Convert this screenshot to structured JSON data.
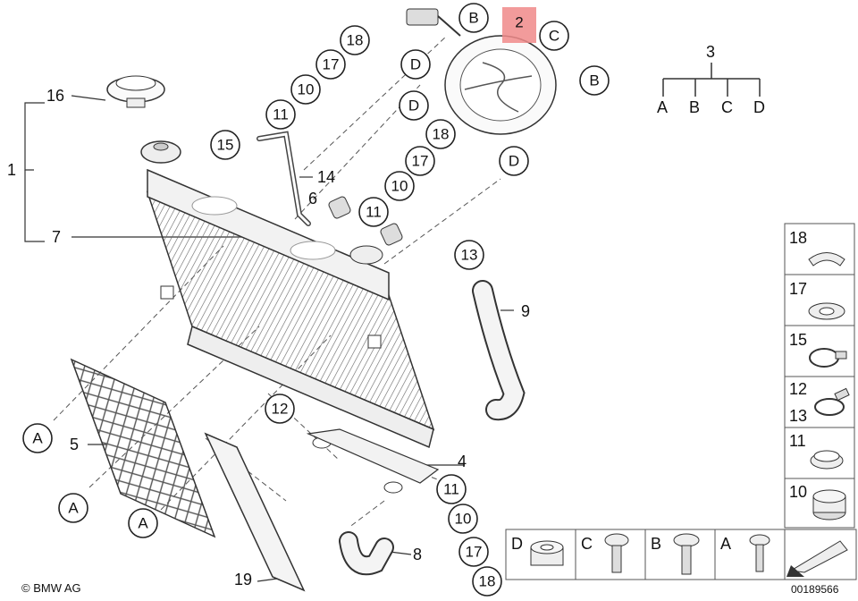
{
  "callouts": {
    "c1": "1",
    "c2": "2",
    "c3": "3",
    "c4": "4",
    "c5": "5",
    "c6": "6",
    "c7": "7",
    "c8": "8",
    "c9": "9",
    "c10a": "10",
    "c10b": "10",
    "c10c": "10",
    "c11a": "11",
    "c11b": "11",
    "c11c": "11",
    "c12": "12",
    "c13": "13",
    "c14": "14",
    "c15": "15",
    "c16": "16",
    "c17a": "17",
    "c17b": "17",
    "c17c": "17",
    "c18a": "18",
    "c18b": "18",
    "c18c": "18",
    "c19": "19",
    "cA1": "A",
    "cA2": "A",
    "cA3": "A",
    "cB1": "B",
    "cB2": "B",
    "cC1": "C",
    "cD1": "D",
    "cD2": "D",
    "cD3": "D"
  },
  "legend3": {
    "root": "3",
    "a": "A",
    "b": "B",
    "c": "C",
    "d": "D"
  },
  "parts_panel": {
    "items": [
      {
        "label": "18",
        "shape": "clip-ring"
      },
      {
        "label": "17",
        "shape": "washer"
      },
      {
        "label": "15",
        "shape": "hose-clamp"
      },
      {
        "label": "12",
        "label2": "13",
        "shape": "spring-clamp"
      },
      {
        "label": "11",
        "shape": "grommet"
      },
      {
        "label": "10",
        "shape": "rubber-mount"
      }
    ]
  },
  "screw_row": {
    "d": "D",
    "c": "C",
    "b": "B",
    "a": "A"
  },
  "copyright": "© BMW AG",
  "diagram_number": "00189566",
  "highlight_color": "#f08a8a"
}
